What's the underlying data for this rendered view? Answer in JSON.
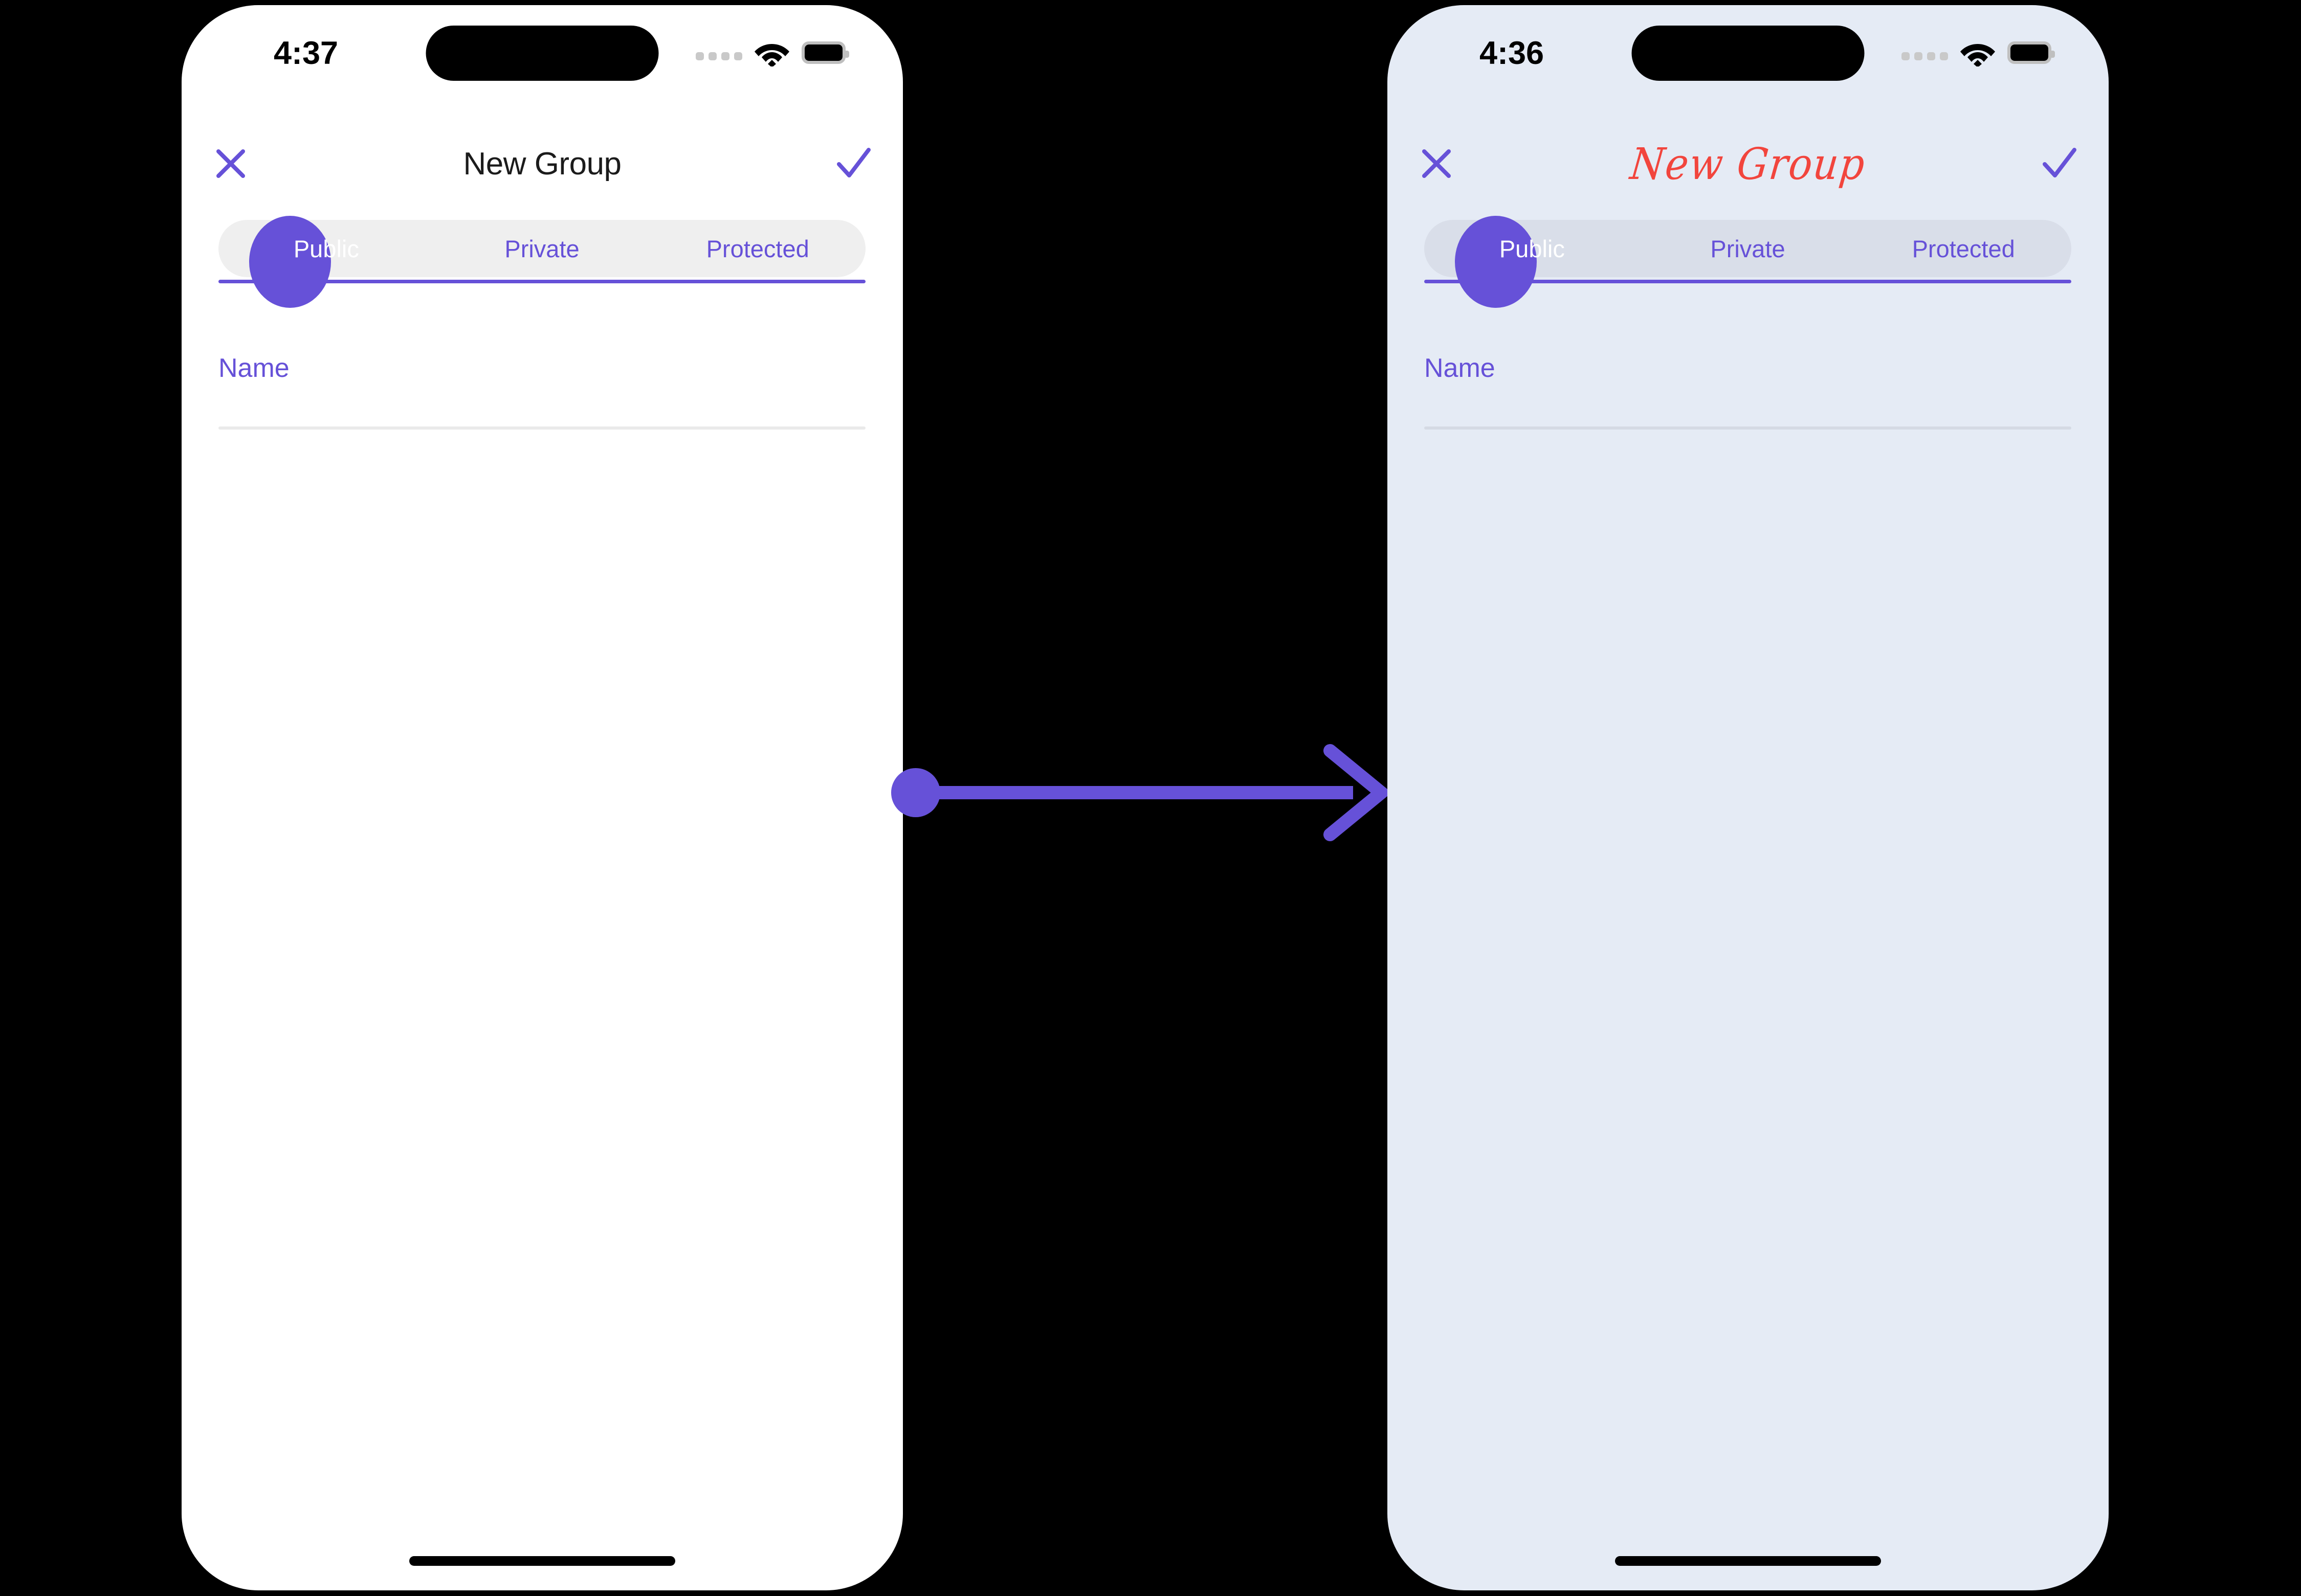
{
  "meta": {
    "accent_purple": "#6651D8",
    "script_red": "#F2453D",
    "left_screen_bg": "#FFFFFF",
    "right_screen_bg": "#E5EBF5",
    "page_bg": "#000000"
  },
  "screens": [
    {
      "id": "before",
      "status": {
        "time": "4:37",
        "cellular_icon": "cellular-dots-icon",
        "wifi_icon": "wifi-icon",
        "battery_icon": "battery-icon"
      },
      "nav": {
        "close_icon": "close-x-icon",
        "title": "New Group",
        "done_icon": "checkmark-icon"
      },
      "segmented": {
        "options": [
          "Public",
          "Private",
          "Protected"
        ],
        "selected": "Public",
        "selected_index": 0
      },
      "form": {
        "name_field": {
          "label": "Name",
          "value": "",
          "placeholder": "Name"
        }
      }
    },
    {
      "id": "after",
      "status": {
        "time": "4:36",
        "cellular_icon": "cellular-dots-icon",
        "wifi_icon": "wifi-icon",
        "battery_icon": "battery-icon"
      },
      "nav": {
        "close_icon": "close-x-icon",
        "title": "New Group",
        "done_icon": "checkmark-icon"
      },
      "segmented": {
        "options": [
          "Public",
          "Private",
          "Protected"
        ],
        "selected": "Public",
        "selected_index": 0
      },
      "form": {
        "name_field": {
          "label": "Name",
          "value": "",
          "placeholder": "Name"
        }
      }
    }
  ],
  "transition": {
    "arrow_icon": "right-arrow-icon",
    "direction": "left-to-right"
  }
}
